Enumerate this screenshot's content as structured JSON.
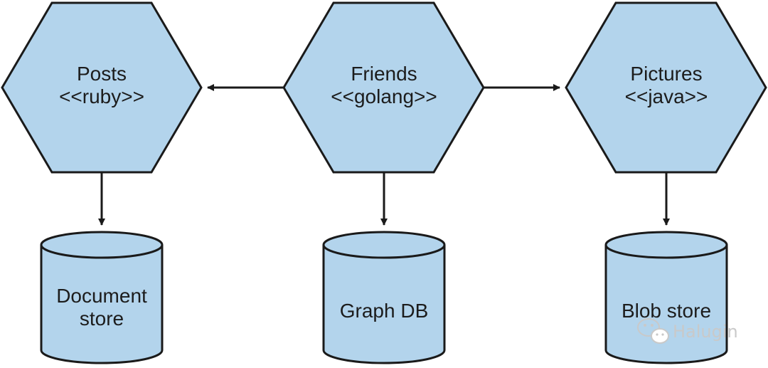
{
  "colors": {
    "fill": "#b3d4ec",
    "stroke": "#1a1a1a",
    "text": "#1c1c1c",
    "watermark": "#c9c9c9"
  },
  "services": [
    {
      "name": "Posts",
      "tech": "<<ruby>>"
    },
    {
      "name": "Friends",
      "tech": "<<golang>>"
    },
    {
      "name": "Pictures",
      "tech": "<<java>>"
    }
  ],
  "stores": [
    {
      "line1": "Document",
      "line2": "store"
    },
    {
      "line1": "Graph DB"
    },
    {
      "line1": "Blob store"
    }
  ],
  "watermark": {
    "icon": "wechat-icon",
    "text": "Halugin"
  }
}
